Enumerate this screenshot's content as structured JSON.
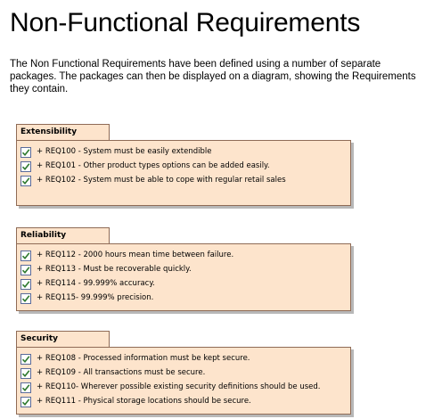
{
  "page": {
    "title": "Non-Functional Requirements",
    "intro": "The Non Functional Requirements have been defined using a number of separate packages.  The packages can then be displayed on a diagram, showing the Requirements they contain."
  },
  "colors": {
    "package_fill": "#fde4cc",
    "package_border": "#8f6b56",
    "check_icon": "#2f7a2f"
  },
  "packages": [
    {
      "name": "Extensibility",
      "items": [
        {
          "icon": "requirement-check-icon",
          "text": "+ REQ100 - System must be easily extendible"
        },
        {
          "icon": "requirement-check-icon",
          "text": "+ REQ101 - Other product types options can be added easily."
        },
        {
          "icon": "requirement-check-icon",
          "text": "+ REQ102 - System must be able to cope with regular retail sales"
        }
      ]
    },
    {
      "name": "Reliability",
      "items": [
        {
          "icon": "requirement-check-icon",
          "text": "+ REQ112 - 2000 hours mean time between failure."
        },
        {
          "icon": "requirement-check-icon",
          "text": "+ REQ113 - Must be recoverable quickly."
        },
        {
          "icon": "requirement-check-icon",
          "text": "+ REQ114 - 99.999% accuracy."
        },
        {
          "icon": "requirement-check-icon",
          "text": "+ REQ115- 99.999% precision."
        }
      ]
    },
    {
      "name": "Security",
      "items": [
        {
          "icon": "requirement-check-icon",
          "text": "+ REQ108 - Processed information must be kept secure."
        },
        {
          "icon": "requirement-check-icon",
          "text": "+ REQ109 - All transactions must be secure."
        },
        {
          "icon": "requirement-check-icon",
          "text": "+ REQ110- Wherever possible existing security definitions should be used."
        },
        {
          "icon": "requirement-check-icon",
          "text": "+ REQ111 - Physical storage locations should be secure."
        }
      ]
    }
  ]
}
